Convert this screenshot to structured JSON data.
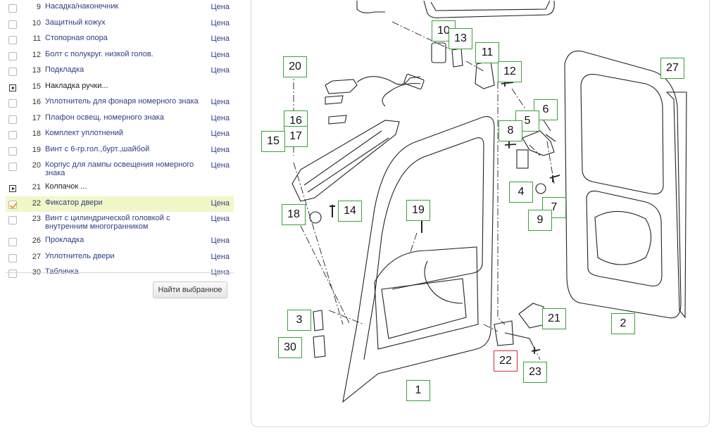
{
  "parts": [
    {
      "num": "9",
      "name": "Насадка/наконечник",
      "price": "Цена",
      "type": "item",
      "checked": false
    },
    {
      "num": "10",
      "name": "Защитный кожух",
      "price": "Цена",
      "type": "item",
      "checked": false
    },
    {
      "num": "11",
      "name": "Стопорная опора",
      "price": "Цена",
      "type": "item",
      "checked": false
    },
    {
      "num": "12",
      "name": "Болт с полукруг. низкой голов.",
      "price": "Цена",
      "type": "item",
      "checked": false
    },
    {
      "num": "13",
      "name": "Подкладка",
      "price": "Цена",
      "type": "item",
      "checked": false
    },
    {
      "num": "15",
      "name": "Накладка ручки...",
      "price": "",
      "type": "group",
      "checked": false
    },
    {
      "num": "16",
      "name": "Уплотнитель для фонаря номерного знака",
      "price": "Цена",
      "type": "item",
      "checked": false
    },
    {
      "num": "17",
      "name": "Плафон освещ. номерного знака",
      "price": "Цена",
      "type": "item",
      "checked": false
    },
    {
      "num": "18",
      "name": "Комплект уплотнений",
      "price": "Цена",
      "type": "item",
      "checked": false
    },
    {
      "num": "19",
      "name": "Винт с 6-гр.гол.,бурт.,шайбой",
      "price": "Цена",
      "type": "item",
      "checked": false
    },
    {
      "num": "20",
      "name": "Корпус для лампы освещения номерного знака",
      "price": "Цена",
      "type": "item",
      "checked": false
    },
    {
      "num": "21",
      "name": "Колпачок ...",
      "price": "",
      "type": "group",
      "checked": false
    },
    {
      "num": "22",
      "name": "Фиксатор двери",
      "price": "Цена",
      "type": "item",
      "checked": true
    },
    {
      "num": "23",
      "name": "Винт с цилиндрической головкой с внутренним многогранником",
      "price": "Цена",
      "type": "item",
      "checked": false
    },
    {
      "num": "26",
      "name": "Прокладка",
      "price": "Цена",
      "type": "item",
      "checked": false
    },
    {
      "num": "27",
      "name": "Уплотнитель двери",
      "price": "Цена",
      "type": "item",
      "checked": false
    },
    {
      "num": "30",
      "name": "Табличка",
      "price": "Цена",
      "type": "item",
      "checked": false
    }
  ],
  "find_button": "Найти выбранное",
  "callouts": [
    {
      "label": "10",
      "active": false
    },
    {
      "label": "13",
      "active": false
    },
    {
      "label": "11",
      "active": false
    },
    {
      "label": "12",
      "active": false
    },
    {
      "label": "20",
      "active": false
    },
    {
      "label": "27",
      "active": false
    },
    {
      "label": "6",
      "active": false
    },
    {
      "label": "5",
      "active": false
    },
    {
      "label": "8",
      "active": false
    },
    {
      "label": "16",
      "active": false
    },
    {
      "label": "17",
      "active": false
    },
    {
      "label": "15",
      "active": false
    },
    {
      "label": "4",
      "active": false
    },
    {
      "label": "7",
      "active": false
    },
    {
      "label": "19",
      "active": false
    },
    {
      "label": "18",
      "active": false
    },
    {
      "label": "14",
      "active": false
    },
    {
      "label": "9",
      "active": false
    },
    {
      "label": "3",
      "active": false
    },
    {
      "label": "21",
      "active": false
    },
    {
      "label": "2",
      "active": false
    },
    {
      "label": "30",
      "active": false
    },
    {
      "label": "22",
      "active": true
    },
    {
      "label": "23",
      "active": false
    },
    {
      "label": "1",
      "active": false
    }
  ],
  "colors": {
    "selected_row": "#f2f7c8",
    "callout_border": "#3aa13a",
    "active_callout_border": "#d23030",
    "link": "#2c3e87"
  }
}
